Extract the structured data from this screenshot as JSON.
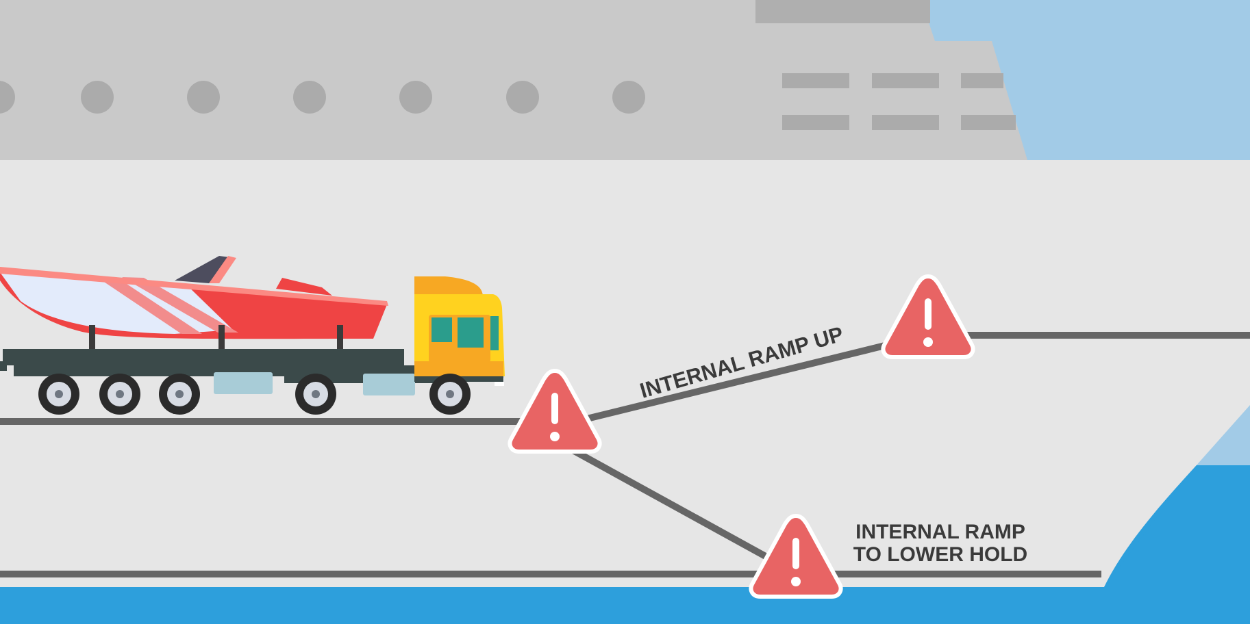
{
  "labels": {
    "ramp_up": "INTERNAL RAMP UP",
    "ramp_down_line1": "INTERNAL RAMP",
    "ramp_down_line2": "TO LOWER HOLD"
  },
  "icons": {
    "warning": "warning-triangle-icon",
    "warning_symbol": "!"
  },
  "colors": {
    "sky": "#a2cbe7",
    "sea": "#2d9fdc",
    "hull": "#e6e6e6",
    "superstructure": "#c9c9c9",
    "porthole": "#ababab",
    "deck_line": "#666666",
    "warning_red": "#e86464",
    "boat_red": "#ef4444",
    "truck_yellow": "#ffd21f",
    "trailer": "#3b4a4a"
  }
}
